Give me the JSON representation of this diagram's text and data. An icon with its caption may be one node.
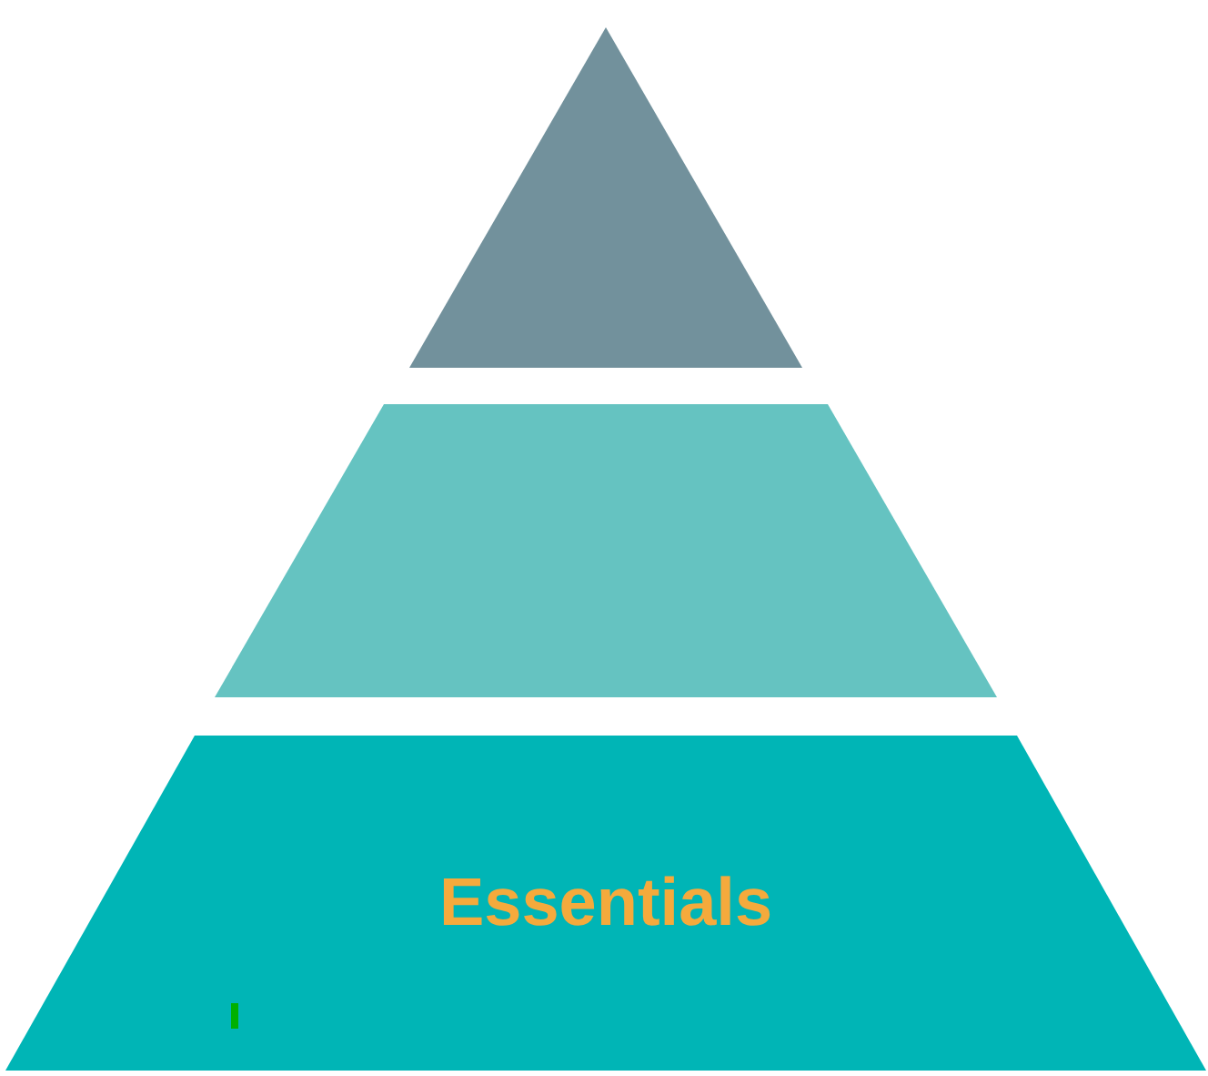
{
  "diagram": {
    "nodes": [
      {
        "text": [],
        "shape": "triangle"
      },
      {
        "text": [],
        "shape": "trapezoid"
      },
      {
        "text": [
          "Essentials"
        ]
      }
    ]
  }
}
